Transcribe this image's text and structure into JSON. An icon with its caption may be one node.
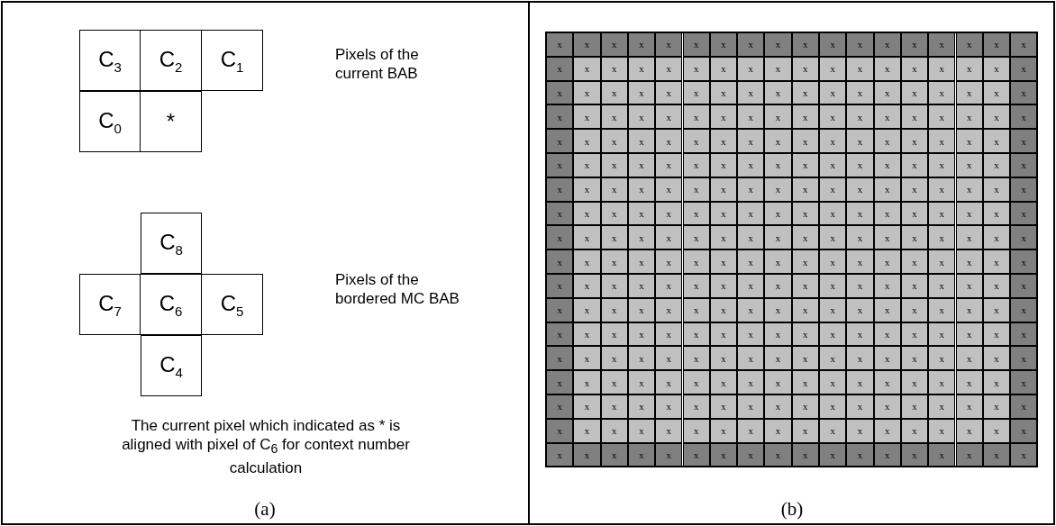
{
  "diagram": {
    "nodes": [
      {
        "text": [
          "C$_{3}$"
        ]
      },
      {
        "text": [
          "C$_{2}$"
        ]
      },
      {
        "text": [
          "C$_{1}$"
        ]
      },
      {
        "text": [
          "C$_{0}$"
        ]
      },
      {
        "text": [
          "*"
        ]
      },
      {
        "text": [
          "C$_{8}$"
        ]
      },
      {
        "text": [
          "C$_{7}$"
        ]
      },
      {
        "text": [
          "C$_{6}$"
        ]
      },
      {
        "text": [
          "C$_{5}$"
        ]
      },
      {
        "text": [
          "C$_{4}$"
        ]
      }
    ],
    "edges": [],
    "labels": [
      "Pixels of the current BAB",
      "Pixels of the bordered MC BAB",
      "The current pixel which indicated as * is aligned with pixel of C$_{6}$ for context number calculation",
      "(a)",
      "(b)",
      "x",
      "x",
      "x",
      "x",
      "x",
      "x",
      "x",
      "x",
      "x",
      "x",
      "x",
      "x",
      "x",
      "x",
      "x",
      "x",
      "x",
      "x",
      "x",
      "x",
      "x",
      "x",
      "x",
      "x",
      "x",
      "x",
      "x",
      "x",
      "x",
      "x",
      "x",
      "x",
      "x",
      "x",
      "x",
      "x",
      "x",
      "x",
      "x",
      "x",
      "x",
      "x",
      "x",
      "x",
      "x",
      "x",
      "x",
      "x",
      "x",
      "x",
      "x",
      "x",
      "x",
      "x",
      "x",
      "x",
      "x",
      "x",
      "x",
      "x",
      "x",
      "x",
      "x",
      "x",
      "x",
      "x",
      "x",
      "x",
      "x",
      "x",
      "x",
      "x",
      "x",
      "x",
      "x",
      "x",
      "x",
      "x",
      "x",
      "x",
      "x",
      "x",
      "x",
      "x",
      "x",
      "x",
      "x",
      "x",
      "x",
      "x",
      "x",
      "x",
      "x",
      "x",
      "x",
      "x",
      "x",
      "x",
      "x",
      "x",
      "x",
      "x",
      "x",
      "x",
      "x",
      "x",
      "x",
      "x",
      "x",
      "x",
      "x",
      "x",
      "x",
      "x",
      "x",
      "x",
      "x",
      "x",
      "x",
      "x",
      "x",
      "x",
      "x",
      "x",
      "x",
      "x",
      "x",
      "x",
      "x",
      "x",
      "x",
      "x",
      "x",
      "x",
      "x",
      "x",
      "x",
      "x",
      "x",
      "x",
      "x",
      "x",
      "x",
      "x",
      "x",
      "x",
      "x",
      "x",
      "x",
      "x",
      "x",
      "x",
      "x",
      "x",
      "x",
      "x",
      "x",
      "x",
      "x",
      "x",
      "x",
      "x",
      "x",
      "x",
      "x",
      "x",
      "x",
      "x",
      "x",
      "x",
      "x",
      "x",
      "x",
      "x",
      "x",
      "x",
      "x",
      "x",
      "x",
      "x",
      "x",
      "x",
      "x",
      "x",
      "x",
      "x",
      "x",
      "x",
      "x",
      "x",
      "x",
      "x",
      "x",
      "x",
      "x",
      "x",
      "x",
      "x",
      "x",
      "x",
      "x",
      "x",
      "x",
      "x",
      "x",
      "x",
      "x",
      "x",
      "x",
      "x",
      "x",
      "x",
      "x",
      "x",
      "x",
      "x",
      "x",
      "x",
      "x",
      "x",
      "x",
      "x",
      "x",
      "x",
      "x",
      "x",
      "x",
      "x",
      "x",
      "x",
      "x",
      "x",
      "x",
      "x",
      "x",
      "x",
      "x",
      "x",
      "x",
      "x",
      "x",
      "x",
      "x",
      "x",
      "x",
      "x",
      "x",
      "x",
      "x",
      "x",
      "x",
      "x",
      "x",
      "x",
      "x",
      "x",
      "x",
      "x",
      "x",
      "x",
      "x",
      "x",
      "x",
      "x",
      "x",
      "x",
      "x",
      "x",
      "x",
      "x",
      "x",
      "x",
      "x",
      "x",
      "x",
      "x",
      "x",
      "x",
      "x",
      "x",
      "x",
      "x",
      "x",
      "x",
      "x",
      "x",
      "x",
      "x",
      "x",
      "x",
      "x",
      "x",
      "x",
      "x",
      "x",
      "x",
      "x",
      "x",
      "x",
      "x",
      "x",
      "x",
      "x",
      "x",
      "x",
      "x",
      "x",
      "x",
      "x",
      "x",
      "x",
      "x",
      "x",
      "x",
      "x",
      "x",
      "x",
      "x",
      "x",
      "x",
      "x",
      "x",
      "x",
      "x"
    ]
  }
}
